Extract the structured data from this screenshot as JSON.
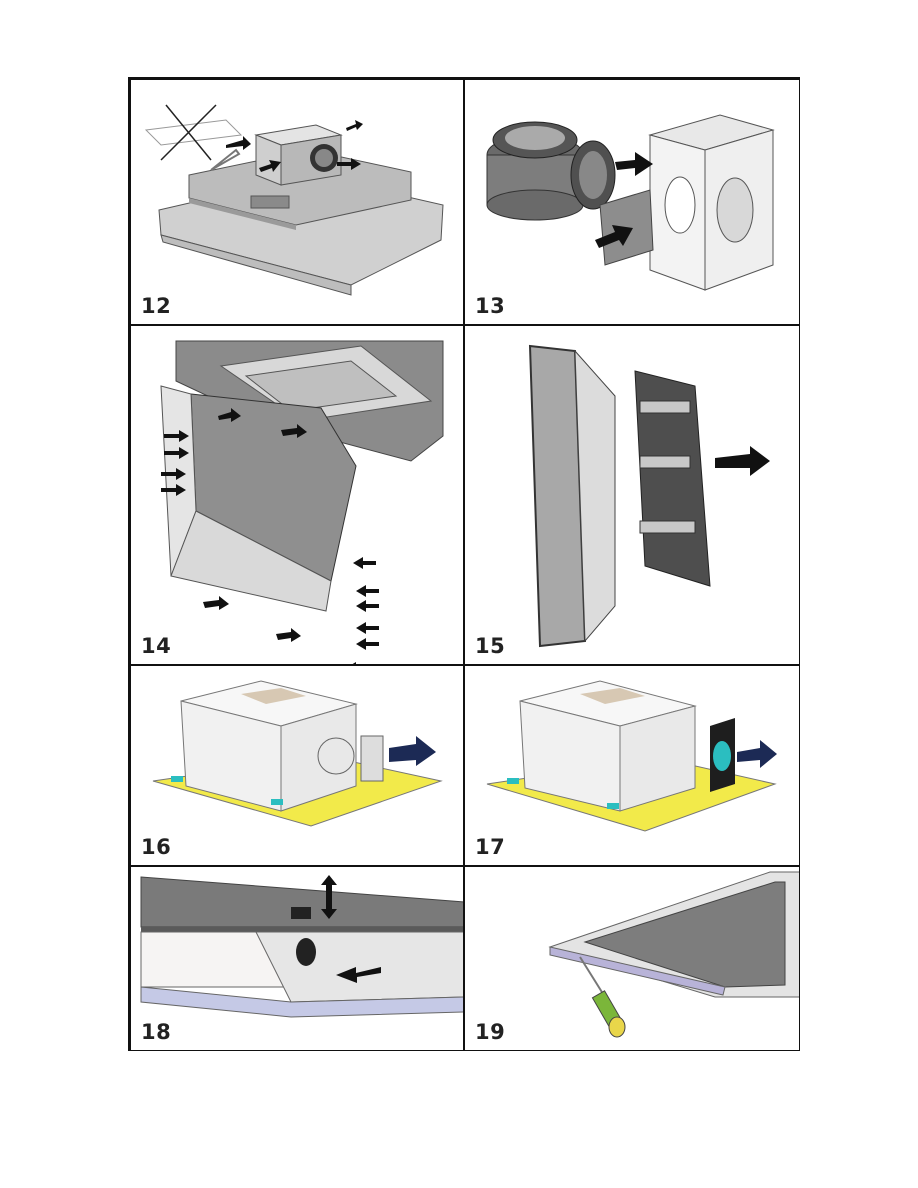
{
  "steps": [
    {
      "number": "12"
    },
    {
      "number": "13"
    },
    {
      "number": "14"
    },
    {
      "number": "15"
    },
    {
      "number": "16"
    },
    {
      "number": "17"
    },
    {
      "number": "18"
    },
    {
      "number": "19"
    }
  ],
  "colors": {
    "frame": "#111111",
    "panel_gray": "#8c8c8c",
    "light_gray": "#d6d6d6",
    "arrow": "#111111",
    "arrow_blue": "#1c2a55",
    "yellow_base": "#f2ea4a",
    "cyan_clip": "#2bbec0",
    "lilac": "#b8b3d8",
    "screwdriver_green": "#7bb63a",
    "screwdriver_yellow": "#e9d64a"
  },
  "icons": [
    "arrow-icon",
    "screwdriver-icon",
    "fan-motor-icon",
    "crossed-out-icon"
  ]
}
